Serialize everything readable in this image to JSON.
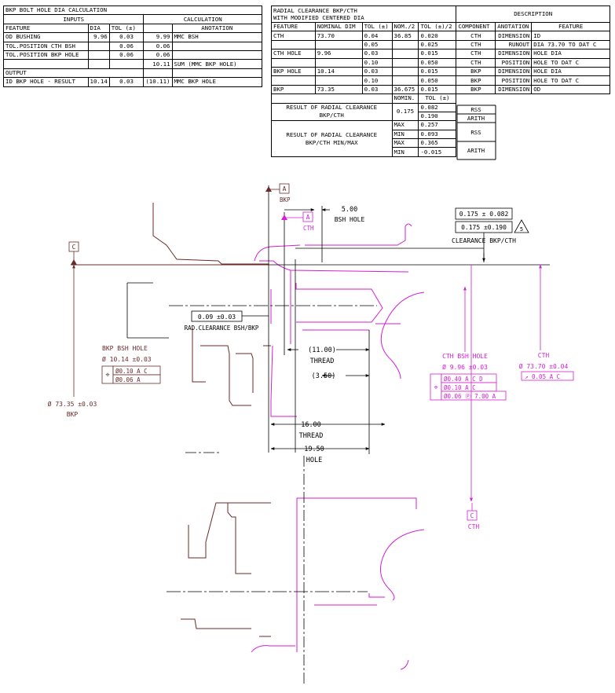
{
  "table1": {
    "title": "BKP BOLT HOLE DIA CALCULATION",
    "inputs_label": "INPUTS",
    "calculation_label": "CALCULATION",
    "col_feature": "FEATURE",
    "col_dia": "DIA",
    "col_tol": "TOL (±)",
    "col_anotation": "ANOTATION",
    "rows": [
      {
        "feature": "OD BUSHING",
        "dia": "9.96",
        "tol": "0.03",
        "calc": "9.99",
        "anotation": "MMC BSH"
      },
      {
        "feature": "TOL.POSITION CTH BSH",
        "dia": "",
        "tol": "0.06",
        "calc": "0.06",
        "anotation": ""
      },
      {
        "feature": "TOL.POSITION BKP HOLE",
        "dia": "",
        "tol": "0.06",
        "calc": "0.06",
        "anotation": ""
      },
      {
        "feature": "",
        "dia": "",
        "tol": "",
        "calc": "10.11",
        "anotation": "SUM (MMC BKP HOLE)"
      }
    ],
    "output_label": "OUTPUT",
    "result": {
      "feature": "ID BKP HOLE - RESULT",
      "dia": "10.14",
      "tol": "0.03",
      "calc": "(10.11)",
      "anotation": "MMC BKP HOLE"
    }
  },
  "table2": {
    "title_line1": "RADIAL CLEARANCE BKP/CTH",
    "title_line2": "WITH MODIFIED CENTERED DIA",
    "description_label": "DESCRIPTION",
    "col_feature": "FEATURE",
    "col_nominal": "NOMINAL DIM",
    "col_tol": "TOL (±)",
    "col_nom2": "NOM./2",
    "col_tol2": "TOL (±)/2",
    "col_component": "COMPONENT",
    "col_anotation": "ANOTATION",
    "col_desc_feature": "FEATURE",
    "rows": [
      {
        "feature": "CTH",
        "nominal": "73.70",
        "tol": "0.04",
        "nom2": "36.85",
        "tol2": "0.020",
        "component": "CTH",
        "anotation": "DIMENSION",
        "desc": "ID"
      },
      {
        "feature": "",
        "nominal": "",
        "tol": "0.05",
        "nom2": "",
        "tol2": "0.025",
        "component": "CTH",
        "anotation": "RUNOUT",
        "desc": "DIA 73.70 TO DAT C"
      },
      {
        "feature": "CTH HOLE",
        "nominal": "9.96",
        "tol": "0.03",
        "nom2": "",
        "tol2": "0.015",
        "component": "CTH",
        "anotation": "DIMENSION",
        "desc": "HOLE DIA"
      },
      {
        "feature": "",
        "nominal": "",
        "tol": "0.10",
        "nom2": "",
        "tol2": "0.050",
        "component": "CTH",
        "anotation": "POSITION",
        "desc": "HOLE TO DAT C"
      },
      {
        "feature": "BKP HOLE",
        "nominal": "10.14",
        "tol": "0.03",
        "nom2": "",
        "tol2": "0.015",
        "component": "BKP",
        "anotation": "DIMENSION",
        "desc": "HOLE DIA"
      },
      {
        "feature": "",
        "nominal": "",
        "tol": "0.10",
        "nom2": "",
        "tol2": "0.050",
        "component": "BKP",
        "anotation": "POSITION",
        "desc": "HOLE TO DAT C"
      },
      {
        "feature": "BKP",
        "nominal": "73.35",
        "tol": "0.03",
        "nom2": "36.675",
        "tol2": "0.015",
        "component": "BKP",
        "anotation": "DIMENSION",
        "desc": "OD"
      }
    ],
    "nomin_label": "NOMIN.",
    "tol_label": "TOL (±)",
    "result1_label": "RESULT OF RADIAL CLEARANCE BKP/CTH",
    "result1_nomin": "0.175",
    "result1_rss": "0.082",
    "result1_arith": "0.190",
    "rss_label": "RSS",
    "arith_label": "ARITH",
    "result2_label": "RESULT OF RADIAL CLEARANCE BKP/CTH MIN/MAX",
    "max_label": "MAX",
    "min_label": "MIN",
    "result2_rss_max": "0.257",
    "result2_rss_min": "0.093",
    "result2_arith_max": "0.365",
    "result2_arith_min": "-0.015"
  },
  "drawing": {
    "colors": {
      "dark": "#6b2a2a",
      "magenta": "#d61ed6",
      "black": "#000000"
    },
    "datum_a_bkp": "A",
    "bkp_label": "BKP",
    "datum_a_cth": "A",
    "cth_label": "CTH",
    "datum_c_left": "C",
    "datum_c_bottom": "C",
    "cth_label_bottom": "CTH",
    "bsh_hole_dim": "5.00",
    "bsh_hole_label": "BSH HOLE",
    "clearance_box1": "0.175 ± 0.082",
    "clearance_box2": "0.175 ±0.190",
    "clearance_note": "5",
    "clearance_label": "CLEARANCE BKP/CTH",
    "rad_clearance_box": "0.09 ±0.03",
    "rad_clearance_label": "RAD.CLEARANCE BSH/BKP",
    "thread_11": "(11.00)",
    "thread_label": "THREAD",
    "dim_3_50": "(3.50)",
    "dim_16": "16.00",
    "thread_label2": "THREAD",
    "dim_19_50": "19.50",
    "hole_label": "HOLE",
    "bkp_bsh_hole_label": "BKP BSH HOLE",
    "bkp_bsh_hole_dim": "Ø 10.14 ±0.03",
    "bkp_fcf_row1": "Ø0.10 A C",
    "bkp_fcf_row2": "Ø0.06 A",
    "bkp_od_dim": "Ø 73.35 ±0.03",
    "bkp_od_label": "BKP",
    "cth_bsh_hole_label": "CTH BSH HOLE",
    "cth_bsh_hole_dim": "Ø 9.96 ±0.03",
    "cth_fcf_row1": "Ø0.40 A C D",
    "cth_fcf_row2": "Ø0.10 A C",
    "cth_fcf_row3": "Ø0.06 Ⓟ 7.00 A",
    "cth_id_label": "CTH",
    "cth_id_dim": "Ø 73.70 ±0.04",
    "cth_runout": "↗ 0.05 A C"
  }
}
